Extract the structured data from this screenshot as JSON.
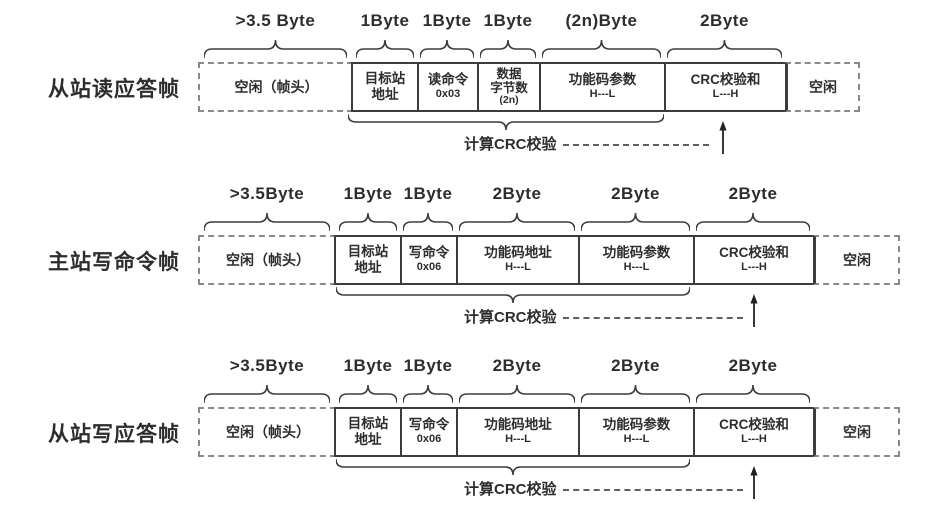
{
  "colors": {
    "solid_line": "#3c3c3c",
    "dashed_border": "#8a8a8a",
    "text": "#2d2d2d"
  },
  "icons": {
    "crc_pointer": "up-arrow"
  },
  "rows": [
    {
      "label": "从站读应答帧",
      "crc_label": "计算CRC校验",
      "cells": [
        {
          "byte": ">3.5 Byte",
          "lines": [
            "空闲（帧头）"
          ]
        },
        {
          "byte": "1Byte",
          "lines": [
            "目标站",
            "地址"
          ]
        },
        {
          "byte": "1Byte",
          "lines": [
            "读命令",
            "0x03"
          ]
        },
        {
          "byte": "1Byte",
          "lines": [
            "数据",
            "字节数",
            "(2n)"
          ]
        },
        {
          "byte": "(2n)Byte",
          "lines": [
            "功能码参数",
            "H---L"
          ]
        },
        {
          "byte": "2Byte",
          "lines": [
            "CRC校验和",
            "L---H"
          ]
        },
        {
          "lines": [
            "空闲"
          ]
        }
      ]
    },
    {
      "label": "主站写命令帧",
      "crc_label": "计算CRC校验",
      "cells": [
        {
          "byte": ">3.5Byte",
          "lines": [
            "空闲（帧头）"
          ]
        },
        {
          "byte": "1Byte",
          "lines": [
            "目标站",
            "地址"
          ]
        },
        {
          "byte": "1Byte",
          "lines": [
            "写命令",
            "0x06"
          ]
        },
        {
          "byte": "2Byte",
          "lines": [
            "功能码地址",
            "H---L"
          ]
        },
        {
          "byte": "2Byte",
          "lines": [
            "功能码参数",
            "H---L"
          ]
        },
        {
          "byte": "2Byte",
          "lines": [
            "CRC校验和",
            "L---H"
          ]
        },
        {
          "lines": [
            "空闲"
          ]
        }
      ]
    },
    {
      "label": "从站写应答帧",
      "crc_label": "计算CRC校验",
      "cells": [
        {
          "byte": ">3.5Byte",
          "lines": [
            "空闲（帧头）"
          ]
        },
        {
          "byte": "1Byte",
          "lines": [
            "目标站",
            "地址"
          ]
        },
        {
          "byte": "1Byte",
          "lines": [
            "写命令",
            "0x06"
          ]
        },
        {
          "byte": "2Byte",
          "lines": [
            "功能码地址",
            "H---L"
          ]
        },
        {
          "byte": "2Byte",
          "lines": [
            "功能码参数",
            "H---L"
          ]
        },
        {
          "byte": "2Byte",
          "lines": [
            "CRC校验和",
            "L---H"
          ]
        },
        {
          "lines": [
            "空闲"
          ]
        }
      ]
    }
  ]
}
